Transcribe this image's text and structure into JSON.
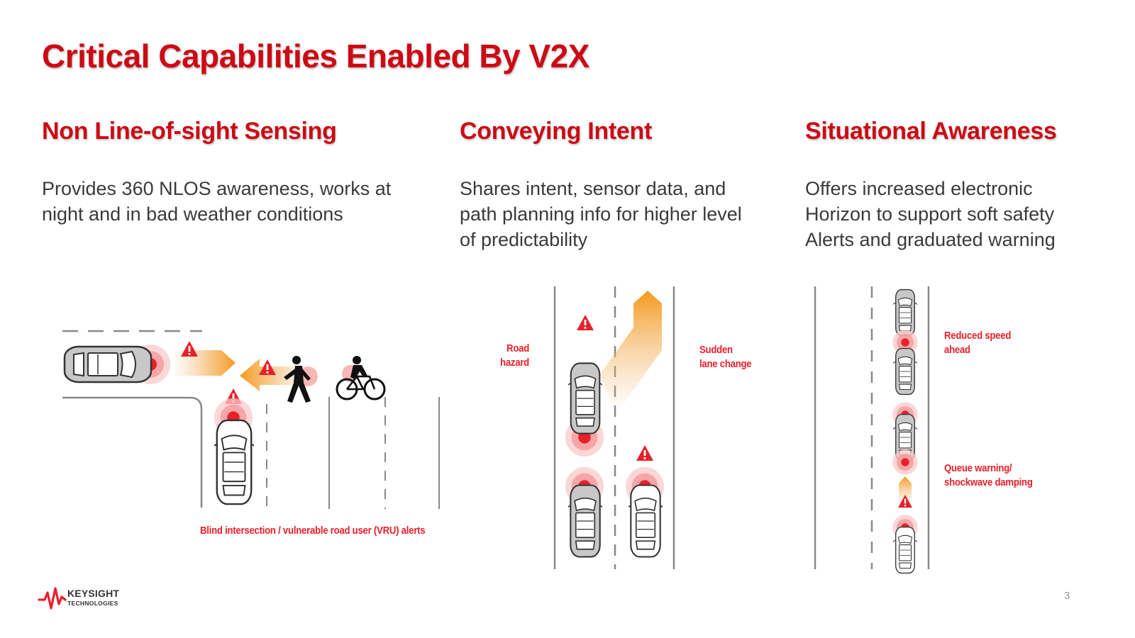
{
  "slide": {
    "title": "Critical Capabilities Enabled By V2X",
    "page_number": "3"
  },
  "columns": [
    {
      "heading": "Non Line-of-sight Sensing",
      "lines": [
        "Provides 360 NLOS awareness, works at",
        "night and in bad weather conditions"
      ]
    },
    {
      "heading": "Conveying Intent",
      "lines": [
        "Shares intent, sensor data, and",
        "path planning info for higher level",
        "of predictability"
      ]
    },
    {
      "heading": "Situational Awareness",
      "lines": [
        "Offers increased electronic",
        "Horizon to support soft safety",
        "Alerts and graduated warning"
      ]
    }
  ],
  "illustrations": {
    "nlos_caption": "Blind intersection / vulnerable road user (VRU) alerts",
    "intent_left_label": [
      "Road",
      "hazard"
    ],
    "intent_right_label": [
      "Sudden",
      "lane change"
    ],
    "awareness_label_1": [
      "Reduced speed",
      "ahead"
    ],
    "awareness_label_2": [
      "Queue warning/",
      "shockwave damping"
    ]
  },
  "logo": {
    "name": "KEYSIGHT",
    "sub": "TECHNOLOGIES"
  },
  "colors": {
    "brand_red": "#cc0a14",
    "alert_red": "#e8202a",
    "intent_orange": "#f39a1f",
    "body_text": "#3a3a3a"
  }
}
